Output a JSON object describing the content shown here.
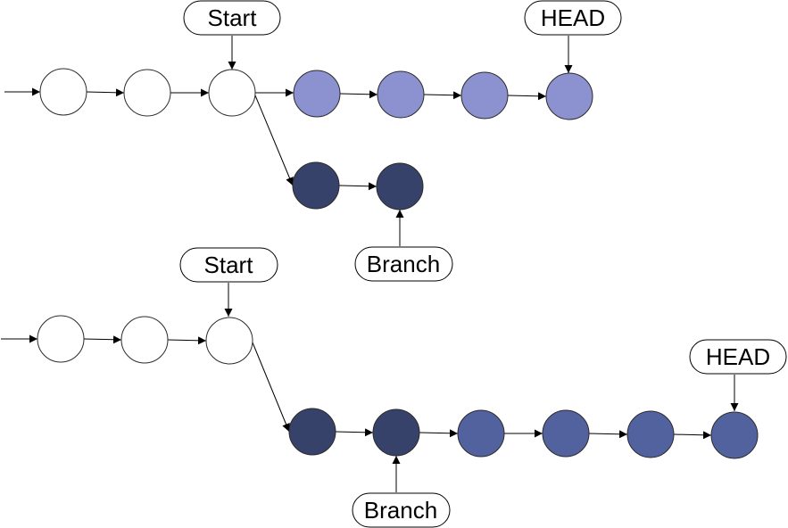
{
  "labels": {
    "top_start": "Start",
    "top_head": "HEAD",
    "top_branch": "Branch",
    "bottom_start": "Start",
    "bottom_head": "HEAD",
    "bottom_branch": "Branch"
  },
  "colors": {
    "empty_commit": "#ffffff",
    "head_path_commit_top": "#8c91cf",
    "branch_commit": "#37426b",
    "head_path_commit_bottom": "#52629f",
    "stroke": "#000000"
  }
}
